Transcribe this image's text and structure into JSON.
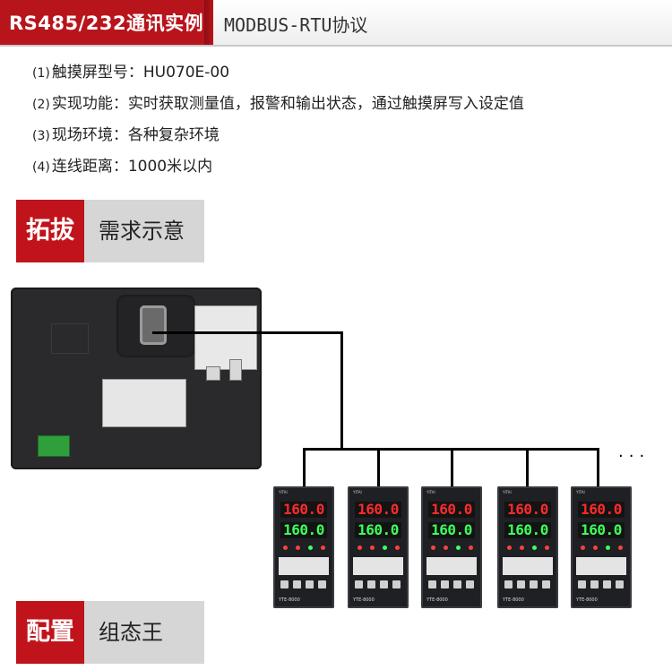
{
  "header": {
    "title": "RS485/232通讯实例",
    "protocol": "MODBUS-RTU协议",
    "accent_color": "#b8141c"
  },
  "specs": [
    {
      "num": "(1)",
      "text": "触摸屏型号：HU070E-00"
    },
    {
      "num": "(2)",
      "text": "实现功能：实时获取测量值，报警和输出状态，通过触摸屏写入设定值"
    },
    {
      "num": "(3)",
      "text": "现场环境：各种复杂环境"
    },
    {
      "num": "(4)",
      "text": "连线距离：1000米以内"
    }
  ],
  "sections": {
    "demand": {
      "tag": "拓拔",
      "label": "需求示意"
    },
    "config": {
      "tag": "配置",
      "label": "组态王"
    }
  },
  "controllers": [
    {
      "pv": "160.0",
      "sv": "160.0",
      "model": "YTE-8000",
      "brand": "YITAI"
    },
    {
      "pv": "160.0",
      "sv": "160.0",
      "model": "YTE-8000",
      "brand": "YITAI"
    },
    {
      "pv": "160.0",
      "sv": "160.0",
      "model": "YTE-8000",
      "brand": "YITAI"
    },
    {
      "pv": "160.0",
      "sv": "160.0",
      "model": "YTE-8000",
      "brand": "YITAI"
    },
    {
      "pv": "160.0",
      "sv": "160.0",
      "model": "YTE-8000",
      "brand": "YITAI"
    }
  ],
  "ellipsis": "...",
  "colors": {
    "pv_display": "#ff2a2a",
    "sv_display": "#3dff5a",
    "tag_red": "#c0131b",
    "tag_gray": "#d6d6d6"
  }
}
